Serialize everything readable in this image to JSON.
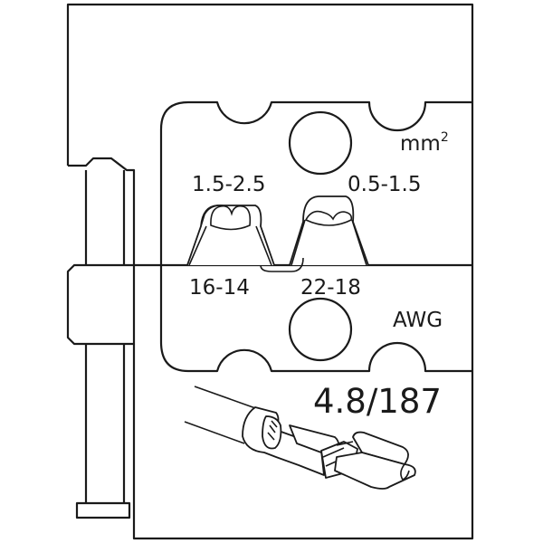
{
  "labels": {
    "unit_metric": "mm",
    "unit_metric_sup": "2",
    "range_left_metric": "1.5-2.5",
    "range_right_metric": "0.5-1.5",
    "range_left_awg": "16-14",
    "range_right_awg": "22-18",
    "unit_awg": "AWG",
    "terminal_size": "4.8/187"
  }
}
